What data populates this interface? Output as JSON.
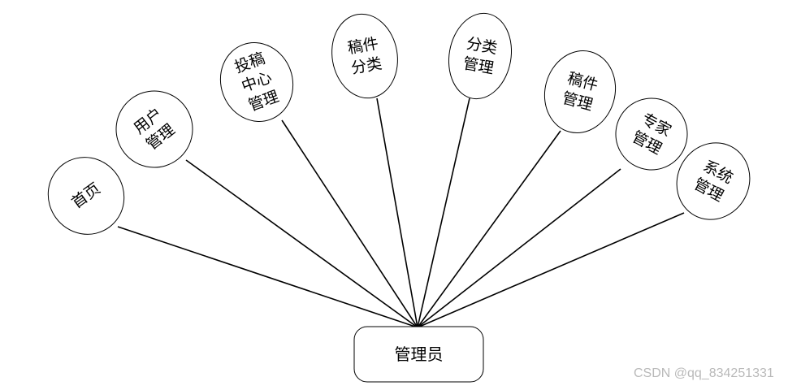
{
  "root": {
    "label": "管理员"
  },
  "nodes": [
    {
      "lines": [
        "首页"
      ]
    },
    {
      "lines": [
        "用户",
        "管理"
      ]
    },
    {
      "lines": [
        "投稿",
        "中心",
        "管理"
      ]
    },
    {
      "lines": [
        "稿件",
        "分类"
      ]
    },
    {
      "lines": [
        "分类",
        "管理"
      ]
    },
    {
      "lines": [
        "稿件",
        "管理"
      ]
    },
    {
      "lines": [
        "专家",
        "管理"
      ]
    },
    {
      "lines": [
        "系统",
        "管理"
      ]
    }
  ],
  "watermark": "CSDN @qq_834251331"
}
